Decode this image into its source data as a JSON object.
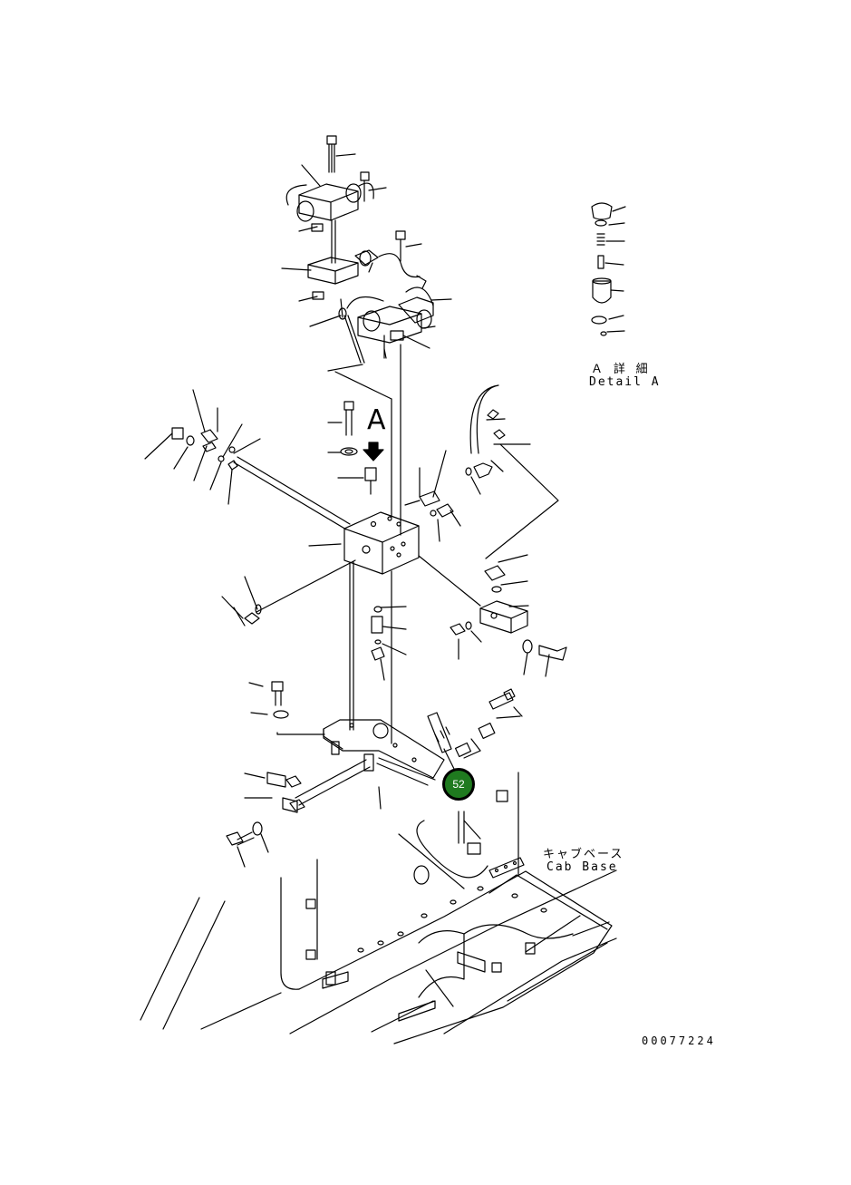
{
  "labels": {
    "detail_jp": "Ａ 詳 細",
    "detail_en": "Detail A",
    "view_marker": "A",
    "cab_base_jp": "キャブベース",
    "cab_base_en": "Cab Base",
    "drawing_number": "00077224"
  },
  "callout": {
    "number": "52",
    "color": "#1f7a1f"
  },
  "colors": {
    "line": "#000000",
    "background": "#ffffff"
  }
}
